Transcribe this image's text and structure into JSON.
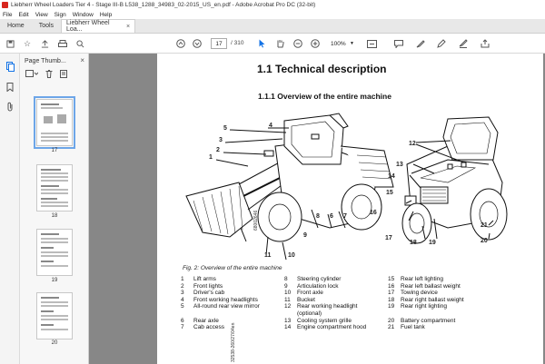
{
  "window": {
    "title": "Liebherr Wheel Loaders Tier 4 - Stage III-B L538_1288_34983_02-2015_US_en.pdf - Adobe Acrobat Pro DC (32-bit)"
  },
  "menu": [
    "File",
    "Edit",
    "View",
    "Sign",
    "Window",
    "Help"
  ],
  "tabs": {
    "home": "Home",
    "tools": "Tools",
    "doc": "Liebherr Wheel Loa...",
    "close": "×"
  },
  "toolbar": {
    "page_current": "17",
    "page_total": "/ 310",
    "zoom": "100%"
  },
  "thumbnails": {
    "title": "Page Thumb...",
    "pages": [
      "17",
      "18",
      "19",
      "20"
    ],
    "selected": "17"
  },
  "page": {
    "heading1": "1.1   Technical description",
    "heading2": "1.1.1   Overview of the entire machine",
    "caption": "Fig. 2:  Overview of the entire machine",
    "figure_code": "68002646",
    "side_code": "32538-260/27/04en",
    "callouts_left": [
      "1",
      "2",
      "3",
      "4",
      "5",
      "6",
      "7",
      "8",
      "9",
      "10",
      "11"
    ],
    "callouts_right": [
      "12",
      "13",
      "14",
      "15",
      "16",
      "17",
      "18",
      "19",
      "20",
      "21"
    ]
  },
  "legend": {
    "col1": [
      {
        "n": "1",
        "t": "Lift arms"
      },
      {
        "n": "2",
        "t": "Front lights"
      },
      {
        "n": "3",
        "t": "Driver's cab"
      },
      {
        "n": "4",
        "t": "Front working headlights"
      },
      {
        "n": "5",
        "t": "All-round rear view mirror"
      },
      {
        "n": "",
        "t": ""
      },
      {
        "n": "6",
        "t": "Rear axle"
      },
      {
        "n": "7",
        "t": "Cab access"
      }
    ],
    "col2": [
      {
        "n": "8",
        "t": "Steering cylinder"
      },
      {
        "n": "9",
        "t": "Articulation lock"
      },
      {
        "n": "10",
        "t": "Front axle"
      },
      {
        "n": "11",
        "t": "Bucket"
      },
      {
        "n": "12",
        "t": "Rear working headlight"
      },
      {
        "n": "",
        "t": "(optional)"
      },
      {
        "n": "13",
        "t": "Cooling system grille"
      },
      {
        "n": "14",
        "t": "Engine compartment hood"
      }
    ],
    "col3": [
      {
        "n": "15",
        "t": "Rear left lighting"
      },
      {
        "n": "16",
        "t": "Rear left ballast weight"
      },
      {
        "n": "17",
        "t": "Towing device"
      },
      {
        "n": "18",
        "t": "Rear right ballast weight"
      },
      {
        "n": "19",
        "t": "Rear right lighting"
      },
      {
        "n": "",
        "t": ""
      },
      {
        "n": "20",
        "t": "Battery compartment"
      },
      {
        "n": "21",
        "t": "Fuel tank"
      }
    ]
  }
}
